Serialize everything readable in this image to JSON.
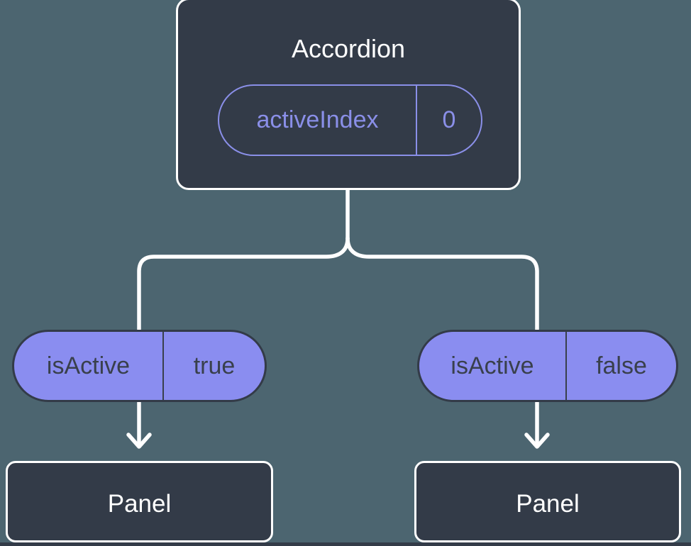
{
  "diagram": {
    "root": {
      "title": "Accordion",
      "state": {
        "name": "activeIndex",
        "value": "0"
      }
    },
    "children": [
      {
        "prop": {
          "name": "isActive",
          "value": "true"
        },
        "title": "Panel"
      },
      {
        "prop": {
          "name": "isActive",
          "value": "false"
        },
        "title": "Panel"
      }
    ]
  },
  "colors": {
    "background": "#4C6570",
    "node_fill": "#333B48",
    "node_border": "#FFFFFF",
    "accent_purple": "#8A8FE8",
    "pill_fill": "#8A8DF0",
    "pill_text": "#39404C",
    "connector": "#FFFFFF"
  }
}
